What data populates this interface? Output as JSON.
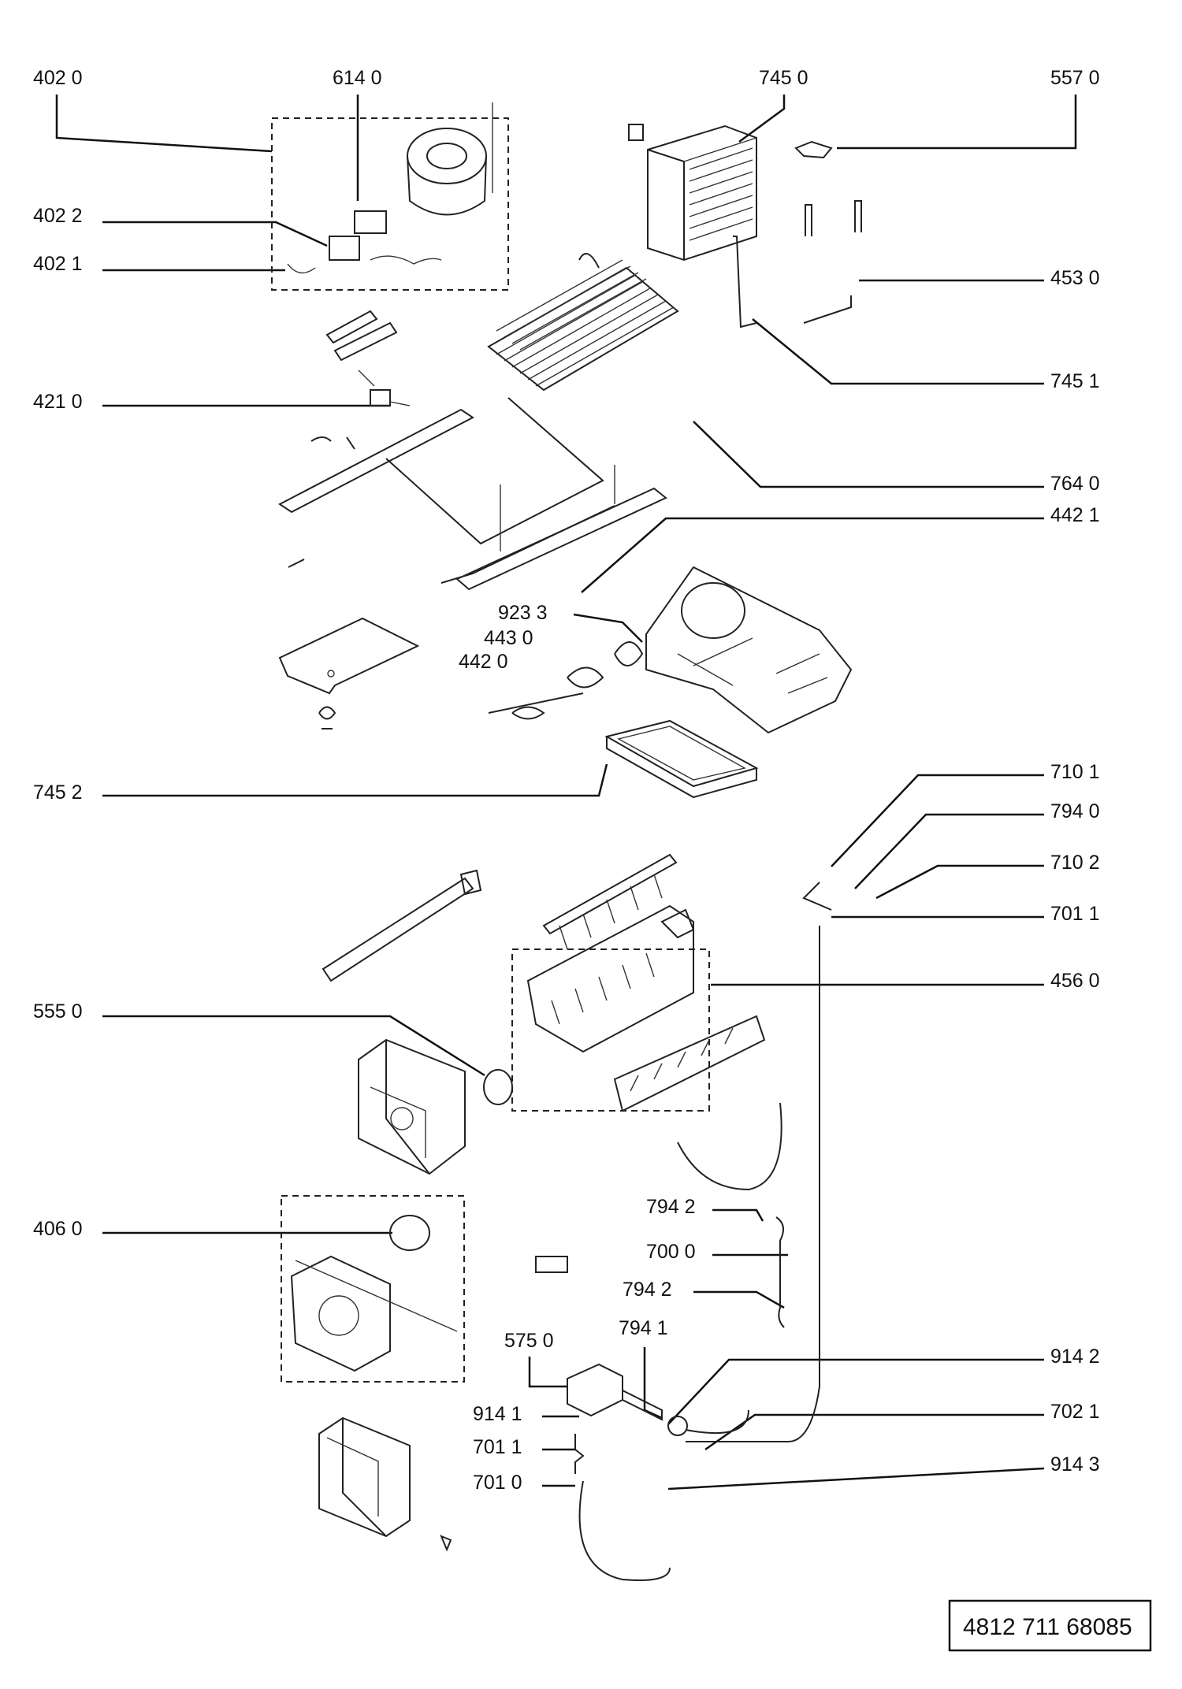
{
  "labels": {
    "p4020": "402 0",
    "p6140": "614 0",
    "p7450": "745 0",
    "p5570": "557 0",
    "p4022": "402 2",
    "p4021": "402 1",
    "p4530": "453  0",
    "p7451": "745 1",
    "p4210": "421 0",
    "p7640": "764 0",
    "p4421": "442 1",
    "p9233": "923 3",
    "p4430": "443 0",
    "p4420": "442 0",
    "p7452": "745 2",
    "p7101": "710 1",
    "p7940": "794 0",
    "p7102": "710 2",
    "p7011a": "701 1",
    "p4560": "456 0",
    "p5550": "555 0",
    "p4060": "406 0",
    "p7942a": "794 2",
    "p7000": "700 0",
    "p7942b": "794 2",
    "p7941": "794 1",
    "p5750": "575 0",
    "p9142": "914 2",
    "p9141": "914 1",
    "p7021": "702 1",
    "p7011b": "701 1",
    "p9143": "914 3",
    "p7010": "701 0"
  },
  "document_code": "4812 711 68085"
}
